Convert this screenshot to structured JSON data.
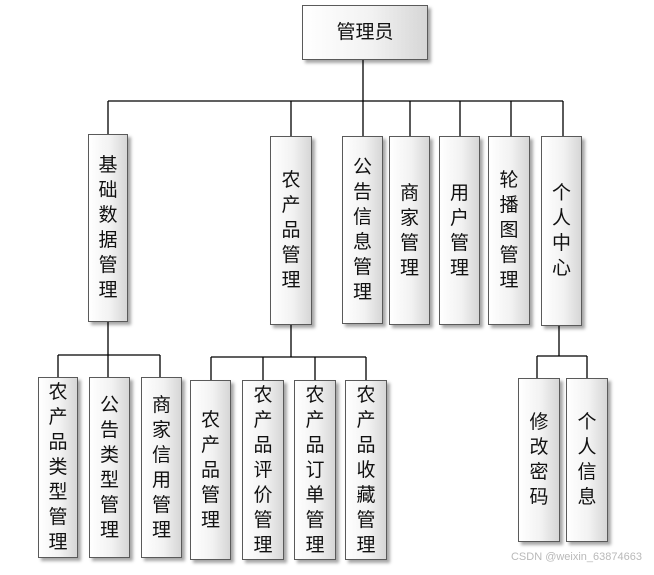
{
  "root": {
    "label": "管理员"
  },
  "level1": [
    {
      "label": "基础数据管理"
    },
    {
      "label": "农产品管理"
    },
    {
      "label": "公告信息管理"
    },
    {
      "label": "商家管理"
    },
    {
      "label": "用户管理"
    },
    {
      "label": "轮播图管理"
    },
    {
      "label": "个人中心"
    }
  ],
  "basic_children": [
    {
      "label": "农产品类型管理"
    },
    {
      "label": "公告类型管理"
    },
    {
      "label": "商家信用管理"
    }
  ],
  "product_children": [
    {
      "label": "农产品管理"
    },
    {
      "label": "农产品评价管理"
    },
    {
      "label": "农产品订单管理"
    },
    {
      "label": "农产品收藏管理"
    }
  ],
  "personal_children": [
    {
      "label": "修改密码"
    },
    {
      "label": "个人信息"
    }
  ],
  "watermark": "CSDN @weixin_63874663",
  "colors": {
    "line": "#000000",
    "border": "#5a5a5a",
    "fill_light": "#ffffff",
    "fill_dark": "#d6d6d6"
  }
}
